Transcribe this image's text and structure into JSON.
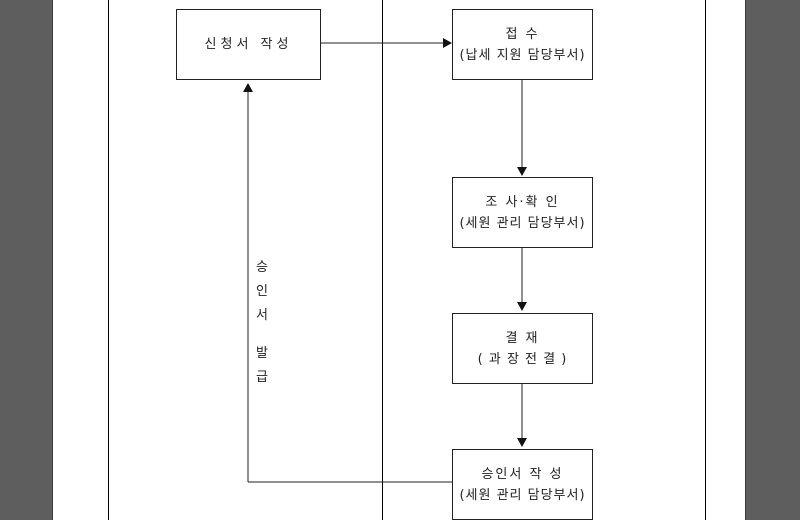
{
  "diagram": {
    "boxes": {
      "application": {
        "title": "신청서 작성"
      },
      "receipt": {
        "title": "접 수",
        "sub": "(납세 지원 담당부서)"
      },
      "review": {
        "title": "조 사·확 인",
        "sub": "(세원 관리 담당부서)"
      },
      "approval": {
        "title": "결 재",
        "sub": "( 과 장  전 결 )"
      },
      "issue": {
        "title": "승인서 작 성",
        "sub": "(세원 관리 담당부서)"
      }
    },
    "return_label": {
      "part1": [
        "승",
        "인",
        "서"
      ],
      "part2": [
        "발",
        "급"
      ]
    }
  }
}
